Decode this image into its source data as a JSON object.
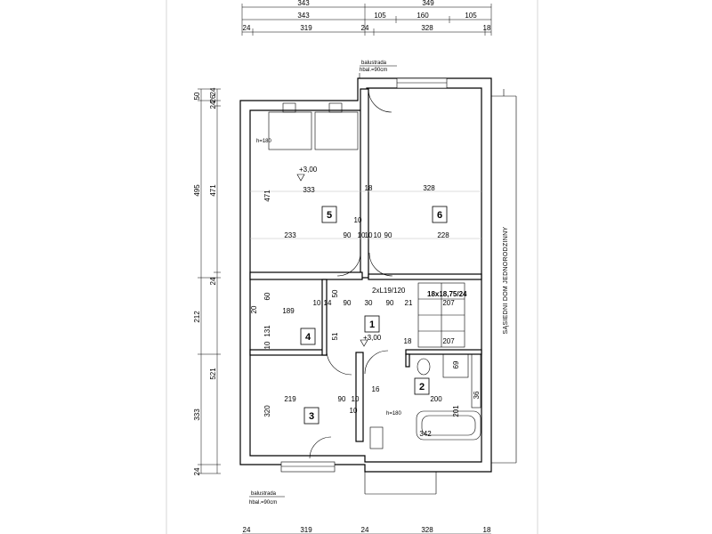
{
  "dimensions_top": {
    "row1": [
      "343",
      "349"
    ],
    "row2": [
      "343",
      "105",
      "160",
      "105"
    ],
    "row3": [
      "24",
      "319",
      "24",
      "328",
      "18"
    ]
  },
  "dimensions_bottom": [
    "24",
    "319",
    "24",
    "328",
    "18"
  ],
  "dimensions_left_outer": [
    "50",
    "495",
    "212",
    "333",
    "24"
  ],
  "dimensions_left_inner": [
    "24",
    "26",
    "24",
    "471",
    "24",
    "521"
  ],
  "rooms": [
    {
      "number": "5"
    },
    {
      "number": "6"
    },
    {
      "number": "1"
    },
    {
      "number": "4"
    },
    {
      "number": "3"
    },
    {
      "number": "2"
    }
  ],
  "level_marks": [
    "+3,00",
    "+3,00"
  ],
  "balustrade_top": {
    "label": "balustrada",
    "height": "hbal.=90cm"
  },
  "balustrade_bottom": {
    "label": "balustrada",
    "height": "hbal.=90cm"
  },
  "stair_label": "18x18,75/24",
  "door_label": "2xL19/120",
  "neighbour_label": "SĄSIEDNI DOM JEDNORODZINNY",
  "height_notes": [
    "h=180",
    "h=180"
  ],
  "interior_dims": {
    "room5_width": "333",
    "room6_width": "328",
    "room5_height": "471",
    "partition": "18",
    "partition_10": "10",
    "row_233": "233",
    "row_90a": "90",
    "row_10a": "10",
    "row_10b": "10",
    "row_10c": "10",
    "row_90b": "90",
    "row_228": "228",
    "hall_50": "50",
    "hall_60": "60",
    "hall_20": "20",
    "hall_189": "189",
    "hall_10": "10",
    "hall_14": "14",
    "hall_90a": "90",
    "hall_30": "30",
    "hall_90b": "90",
    "hall_21": "21",
    "stair_207a": "207",
    "stair_207b": "207",
    "hall_131": "131",
    "hall_10v": "10",
    "hall_51": "51",
    "hall_18": "18",
    "bath_69": "69",
    "bath_200": "200",
    "room3_219": "219",
    "room3_90": "90",
    "room3_10": "10",
    "room3_16": "16",
    "room3_320": "320",
    "room3_10b": "10",
    "bath_36": "36",
    "bath_201": "201",
    "bath_342": "342"
  }
}
